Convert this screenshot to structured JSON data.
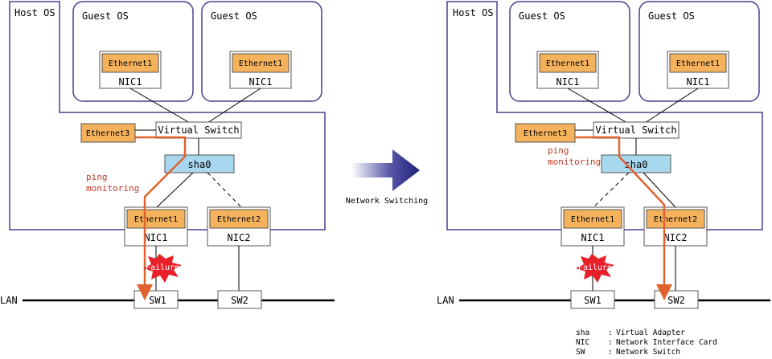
{
  "left": {
    "host_os": "Host OS",
    "guest1": "Guest OS",
    "guest2": "Guest OS",
    "guest1_eth": "Ethernet1",
    "guest1_nic": "NIC1",
    "guest2_eth": "Ethernet1",
    "guest2_nic": "NIC1",
    "ethernet3": "Ethernet3",
    "vswitch": "Virtual Switch",
    "sha": "sha0",
    "ping": "ping",
    "monitoring": "monitoring",
    "nic1_eth": "Ethernet1",
    "nic1": "NIC1",
    "nic2_eth": "Ethernet2",
    "nic2": "NIC2",
    "failure": "Failure",
    "lan": "LAN",
    "sw1": "SW1",
    "sw2": "SW2"
  },
  "center": {
    "label": "Network Switching"
  },
  "right": {
    "host_os": "Host OS",
    "guest1": "Guest OS",
    "guest2": "Guest OS",
    "guest1_eth": "Ethernet1",
    "guest1_nic": "NIC1",
    "guest2_eth": "Ethernet1",
    "guest2_nic": "NIC1",
    "ethernet3": "Ethernet3",
    "vswitch": "Virtual Switch",
    "sha": "sha0",
    "ping": "ping",
    "monitoring": "monitoring",
    "nic1_eth": "Ethernet1",
    "nic1": "NIC1",
    "nic2_eth": "Ethernet2",
    "nic2": "NIC2",
    "failure": "Failure",
    "lan": "LAN",
    "sw1": "SW1",
    "sw2": "SW2"
  },
  "legend": [
    {
      "term": "sha",
      "sep": ":",
      "desc": "Virtual Adapter"
    },
    {
      "term": "NIC",
      "sep": ":",
      "desc": "Network Interface Card"
    },
    {
      "term": "SW",
      "sep": ":",
      "desc": "Network Switch"
    }
  ],
  "colors": {
    "frame": "#4b3f8f",
    "ethernet_fill": "#f5b25c",
    "sha_fill": "#a8d8f0",
    "ping_path": "#e0622e",
    "failure": "#e8202a",
    "arrow_dark": "#1f1f7a"
  }
}
